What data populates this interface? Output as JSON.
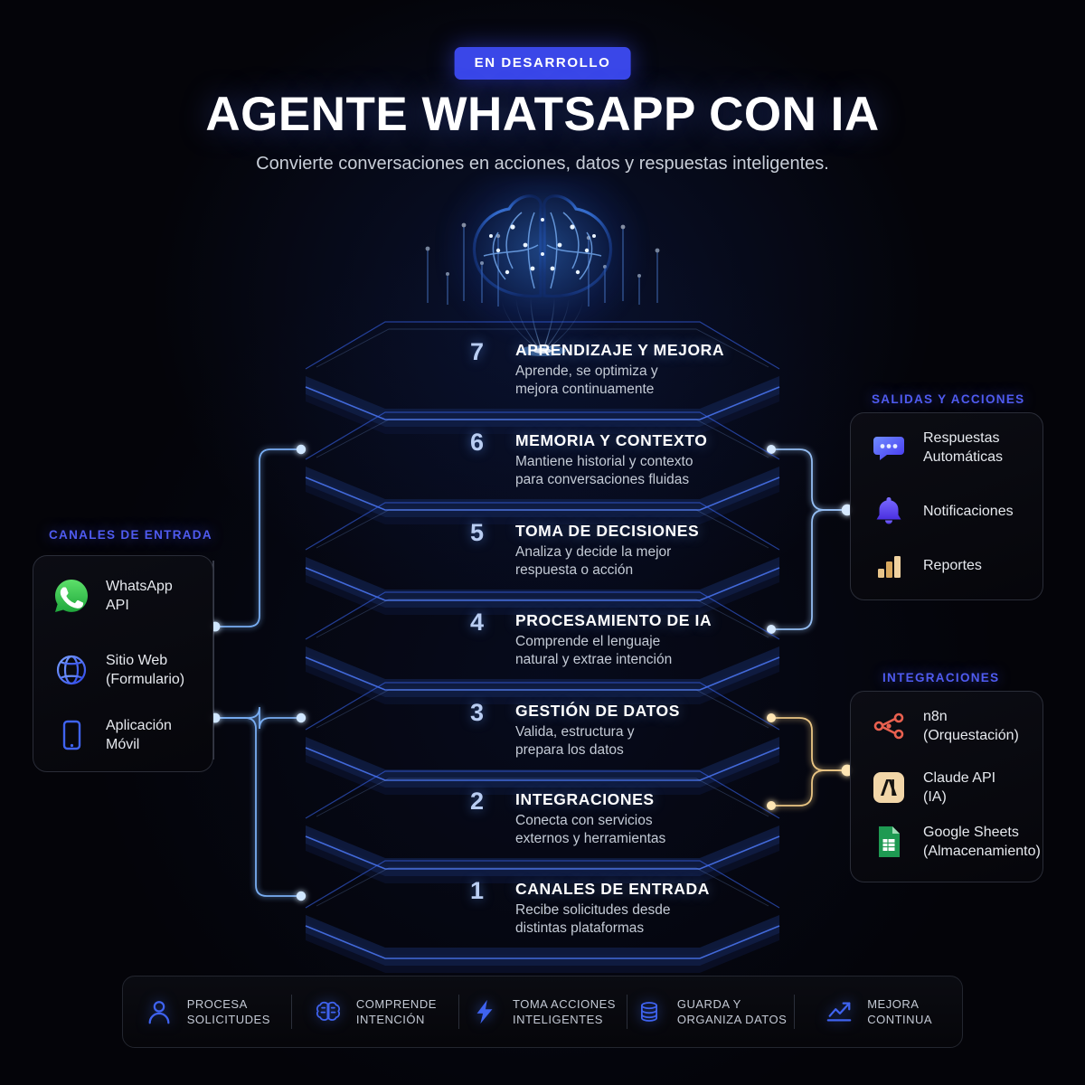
{
  "header": {
    "badge": "EN DESARROLLO",
    "title": "AGENTE WHATSAPP CON IA",
    "subtitle": "Convierte conversaciones en acciones, datos y respuestas inteligentes."
  },
  "colors": {
    "badge_bg": "#3a47e8",
    "accent_blue": "#3b6bff",
    "panel_label": "#4f5bf0",
    "wire_blue": "#6aa8ff",
    "wire_amber": "#f5c567",
    "plate_edge": "#2f57ff",
    "background": "#040409"
  },
  "hero": {
    "icon": "neural-brain-icon"
  },
  "layers": [
    {
      "num": "7",
      "title": "APRENDIZAJE Y MEJORA",
      "desc": "Aprende, se optimiza y\nmejora continuamente",
      "icon": "bar-chart-growth-icon"
    },
    {
      "num": "6",
      "title": "MEMORIA Y CONTEXTO",
      "desc": "Mantiene historial y contexto\npara conversaciones fluidas",
      "icon": "brain-icon"
    },
    {
      "num": "5",
      "title": "TOMA DE DECISIONES",
      "desc": "Analiza y decide la mejor\nrespuesta o acción",
      "icon": "scales-icon"
    },
    {
      "num": "4",
      "title": "PROCESAMIENTO DE IA",
      "desc": "Comprende el lenguaje\nnatural y extrae intención",
      "icon": "cpu-chip-icon"
    },
    {
      "num": "3",
      "title": "GESTIÓN DE DATOS",
      "desc": "Valida, estructura y\nprepara los datos",
      "icon": "database-icon"
    },
    {
      "num": "2",
      "title": "INTEGRACIONES",
      "desc": "Conecta con servicios\nexternos y herramientas",
      "icon": "cloud-icon"
    },
    {
      "num": "1",
      "title": "CANALES DE ENTRADA",
      "desc": "Recibe solicitudes desde\ndistintas plataformas",
      "icon": "chat-bubble-icon"
    }
  ],
  "inputs": {
    "label": "CANALES DE ENTRADA",
    "items": [
      {
        "text": "WhatsApp\nAPI",
        "icon": "whatsapp-icon"
      },
      {
        "text": "Sitio Web\n(Formulario)",
        "icon": "globe-icon"
      },
      {
        "text": "Aplicación\nMóvil",
        "icon": "mobile-phone-icon"
      }
    ]
  },
  "outputs": {
    "label": "SALIDAS Y ACCIONES",
    "items": [
      {
        "text": "Respuestas\nAutomáticas",
        "icon": "chat-dots-icon"
      },
      {
        "text": "Notificaciones",
        "icon": "bell-icon"
      },
      {
        "text": "Reportes",
        "icon": "bar-chart-icon"
      }
    ]
  },
  "integrations": {
    "label": "INTEGRACIONES",
    "items": [
      {
        "text": "n8n\n(Orquestación)",
        "icon": "n8n-nodes-icon"
      },
      {
        "text": "Claude API\n(IA)",
        "icon": "claude-icon"
      },
      {
        "text": "Google Sheets\n(Almacenamiento)",
        "icon": "google-sheets-icon"
      }
    ]
  },
  "footer": {
    "items": [
      {
        "text": "PROCESA\nSOLICITUDES",
        "icon": "user-icon"
      },
      {
        "text": "COMPRENDE\nINTENCIÓN",
        "icon": "brain-icon"
      },
      {
        "text": "TOMA ACCIONES\nINTELIGENTES",
        "icon": "lightning-bolt-icon"
      },
      {
        "text": "GUARDA Y\nORGANIZA DATOS",
        "icon": "database-icon"
      },
      {
        "text": "MEJORA\nCONTINUA",
        "icon": "trend-up-icon"
      }
    ]
  }
}
